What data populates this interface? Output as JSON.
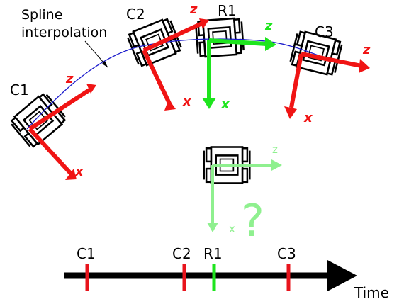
{
  "annotation": {
    "line1": "Spline",
    "line2": "interpolation"
  },
  "poses": {
    "c1": {
      "label": "C1",
      "x_axis": "x",
      "z_axis": "z"
    },
    "c2": {
      "label": "C2",
      "x_axis": "x",
      "z_axis": "z"
    },
    "r1": {
      "label": "R1",
      "x_axis": "x",
      "z_axis": "z"
    },
    "c3": {
      "label": "C3",
      "x_axis": "x",
      "z_axis": "z"
    },
    "query": {
      "x_axis": "x",
      "z_axis": "z",
      "mark": "?"
    }
  },
  "timeline": {
    "axis_label": "Time",
    "ticks": [
      {
        "label": "C1",
        "color": "#e8141c"
      },
      {
        "label": "C2",
        "color": "#e8141c"
      },
      {
        "label": "R1",
        "color": "#1ee51e"
      },
      {
        "label": "C3",
        "color": "#e8141c"
      }
    ]
  },
  "colors": {
    "camera_red": "#f01414",
    "robot_green": "#1ee51e",
    "query_green": "#8ff08f",
    "spline_blue": "#1a1acc"
  }
}
